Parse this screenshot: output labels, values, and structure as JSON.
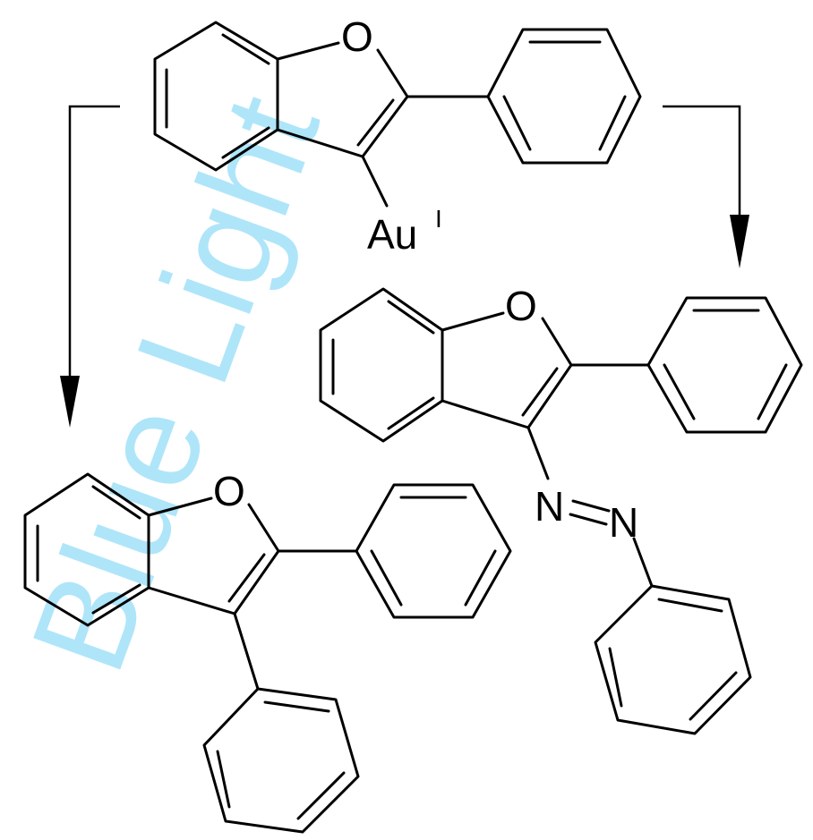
{
  "watermark": "Blue Light",
  "colors": {
    "watermark": "#6fd0f5",
    "ink": "#000000"
  },
  "reactant": {
    "oxygen": "O",
    "gold_symbol": "Au",
    "gold_oxidation_state": "I"
  },
  "product_azo": {
    "oxygen": "O",
    "nitrogen_1": "N",
    "nitrogen_2": "N"
  },
  "product_diaryl": {
    "oxygen": "O"
  }
}
